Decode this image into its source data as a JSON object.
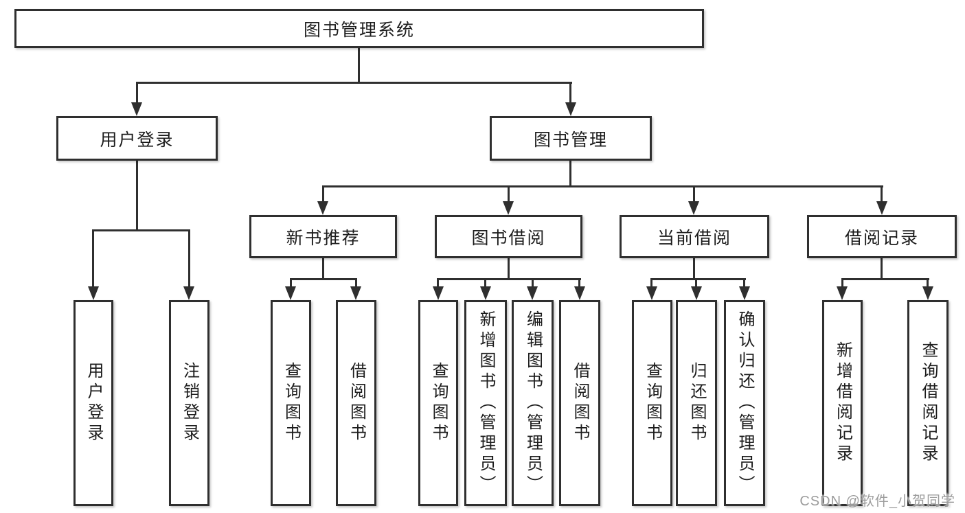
{
  "diagram": {
    "root": "图书管理系统",
    "branches": [
      {
        "label": "用户登录",
        "children": [
          "用户登录",
          "注销登录"
        ]
      },
      {
        "label": "图书管理",
        "sections": [
          {
            "label": "新书推荐",
            "children": [
              "查询图书",
              "借阅图书"
            ]
          },
          {
            "label": "图书借阅",
            "children": [
              "查询图书",
              "新增图书（管理员）",
              "编辑图书（管理员）",
              "借阅图书"
            ]
          },
          {
            "label": "当前借阅",
            "children": [
              "查询图书",
              "归还图书",
              "确认归还（管理员）"
            ]
          },
          {
            "label": "借阅记录",
            "children": [
              "新增借阅记录",
              "查询借阅记录"
            ]
          }
        ]
      }
    ]
  },
  "watermark": {
    "text": "CSDN @软件_小贺同学"
  },
  "colors": {
    "line": "#2f2f2f",
    "text": "#1c1c1c",
    "background": "#ffffff",
    "watermark": "#9c9c9c"
  }
}
